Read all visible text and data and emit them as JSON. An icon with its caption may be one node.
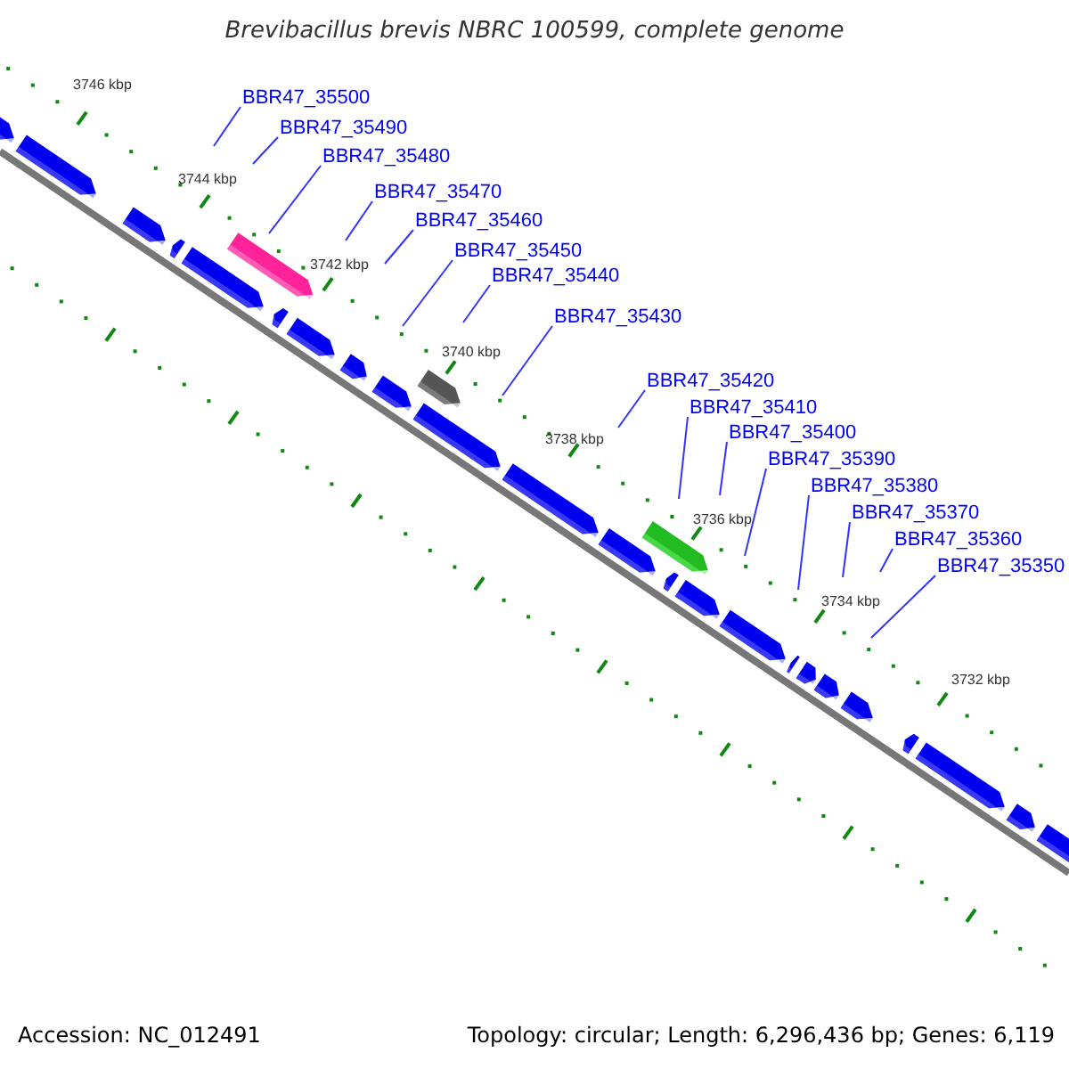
{
  "diagram": {
    "title": "Brevibacillus brevis NBRC 100599, complete genome",
    "nodes": [
      {
        "text": [
          "BBR47_35500"
        ]
      },
      {
        "text": [
          "BBR47_35490"
        ]
      },
      {
        "text": [
          "BBR47_35480"
        ]
      },
      {
        "text": [
          "BBR47_35470"
        ]
      },
      {
        "text": [
          "BBR47_35460"
        ]
      },
      {
        "text": [
          "BBR47_35450"
        ]
      },
      {
        "text": [
          "BBR47_35440"
        ]
      },
      {
        "text": [
          "BBR47_35430"
        ]
      },
      {
        "text": [
          "BBR47_35420"
        ]
      },
      {
        "text": [
          "BBR47_35410"
        ]
      },
      {
        "text": [
          "BBR47_35400"
        ]
      },
      {
        "text": [
          "BBR47_35390"
        ]
      },
      {
        "text": [
          "BBR47_35380"
        ]
      },
      {
        "text": [
          "BBR47_35370"
        ]
      },
      {
        "text": [
          "BBR47_35360"
        ]
      },
      {
        "text": [
          "BBR47_35350"
        ]
      }
    ],
    "edges": [
      {
        "from": 0,
        "to": null,
        "arrow": "none"
      },
      {
        "from": 1,
        "to": null,
        "arrow": "none"
      },
      {
        "from": 2,
        "to": null,
        "arrow": "none"
      },
      {
        "from": 3,
        "to": null,
        "arrow": "none"
      },
      {
        "from": 4,
        "to": null,
        "arrow": "none"
      },
      {
        "from": 5,
        "to": null,
        "arrow": "none"
      },
      {
        "from": 6,
        "to": null,
        "arrow": "none"
      },
      {
        "from": 7,
        "to": null,
        "arrow": "none"
      },
      {
        "from": 8,
        "to": null,
        "arrow": "none"
      },
      {
        "from": 9,
        "to": null,
        "arrow": "none"
      },
      {
        "from": 10,
        "to": null,
        "arrow": "none"
      },
      {
        "from": 11,
        "to": null,
        "arrow": "none"
      },
      {
        "from": 12,
        "to": null,
        "arrow": "none"
      },
      {
        "from": 13,
        "to": null,
        "arrow": "none"
      },
      {
        "from": 14,
        "to": null,
        "arrow": "none"
      },
      {
        "from": 15,
        "to": null,
        "arrow": "none"
      }
    ],
    "labels": [
      "3746 kbp",
      "3744 kbp",
      "3742 kbp",
      "3740 kbp",
      "3738 kbp",
      "3736 kbp",
      "3734 kbp",
      "3732 kbp",
      "Accession: NC_012491",
      "Topology: circular; Length: 6,296,436 bp; Genes: 6,119"
    ]
  }
}
